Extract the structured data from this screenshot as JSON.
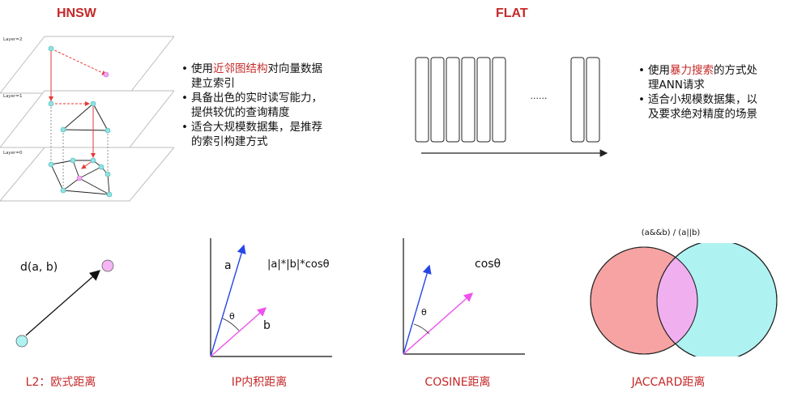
{
  "colors": {
    "accent": "#c62828",
    "node": "#8fe3e3",
    "node_pink": "#f3a6f3",
    "vector_a": "#2546e6",
    "vector_b": "#ee52ee",
    "venn_left": "#f7a3a3",
    "venn_right": "#aff2f2",
    "venn_overlap": "#f0b0f0"
  },
  "hnsw": {
    "title": "HNSW",
    "layers": [
      "Layer=2",
      "Layer=1",
      "Layer=0"
    ],
    "bullets": [
      {
        "pre": "使用",
        "hl": "近邻图结构",
        "post": "对向量数据",
        "line2": "建立索引"
      },
      {
        "pre": "具备出色的实时读写能力，",
        "hl": "",
        "post": "",
        "line2": "提供较优的查询精度"
      },
      {
        "pre": "适合大规模数据集，是推荐",
        "hl": "",
        "post": "",
        "line2": "的索引构建方式"
      }
    ]
  },
  "flat": {
    "title": "FLAT",
    "ellipsis": "......",
    "bullets": [
      {
        "pre": "使用",
        "hl": "暴力搜索",
        "post": "的方式处",
        "line2": "理ANN请求"
      },
      {
        "pre": "适合小规模数据集，以",
        "hl": "",
        "post": "",
        "line2": "及要求绝对精度的场景"
      }
    ]
  },
  "metrics": {
    "l2": {
      "label": "d(a, b)",
      "caption": "L2：欧式距离"
    },
    "ip": {
      "vec_a": "a",
      "vec_b": "b",
      "angle": "θ",
      "formula": "|a|*|b|*cosθ",
      "caption": "IP内积距离"
    },
    "cosine": {
      "angle": "θ",
      "formula": "cosθ",
      "caption": "COSINE距离"
    },
    "jaccard": {
      "formula": "(a&&b) / (a||b)",
      "caption": "JACCARD距离"
    }
  }
}
